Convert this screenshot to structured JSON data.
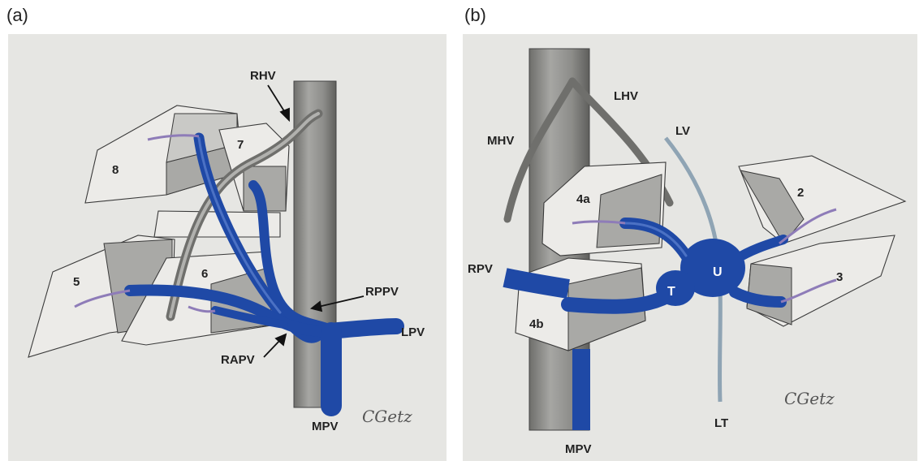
{
  "panels": {
    "a": {
      "tag": "(a)",
      "segments": [
        "8",
        "7",
        "5",
        "6"
      ],
      "vessels": {
        "rhv": "RHV",
        "rppv": "RPPV",
        "rapv": "RAPV",
        "lpv": "LPV",
        "mpv": "MPV"
      },
      "signature": "CGetz"
    },
    "b": {
      "tag": "(b)",
      "segments": [
        "4a",
        "4b",
        "2",
        "3"
      ],
      "vessels": {
        "lhv": "LHV",
        "mhv": "MHV",
        "lv": "LV",
        "rpv": "RPV",
        "t": "T",
        "u": "U",
        "lt": "LT",
        "mpv": "MPV"
      },
      "signature": "CGetz"
    }
  },
  "colors": {
    "paper": "#e6e6e3",
    "vein_blue": "#1f49a6",
    "vein_dark": "#163a8c",
    "cava_grey": "#8f8f8c",
    "ligament": "#8fa4b4"
  }
}
